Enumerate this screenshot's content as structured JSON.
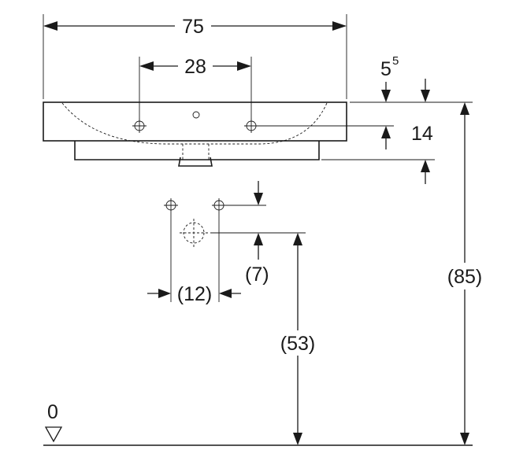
{
  "dimensions": {
    "total_width": "75",
    "tap_hole_spacing": "28",
    "rim_offset_main": "5",
    "rim_offset_sup": "5",
    "basin_depth": "14",
    "outlet_offset": "(7)",
    "outlet_spacing": "(12)",
    "outlet_height": "(53)",
    "rim_height": "(85)",
    "floor_level": "0"
  },
  "colors": {
    "line": "#1a1a1a",
    "background": "#ffffff"
  }
}
